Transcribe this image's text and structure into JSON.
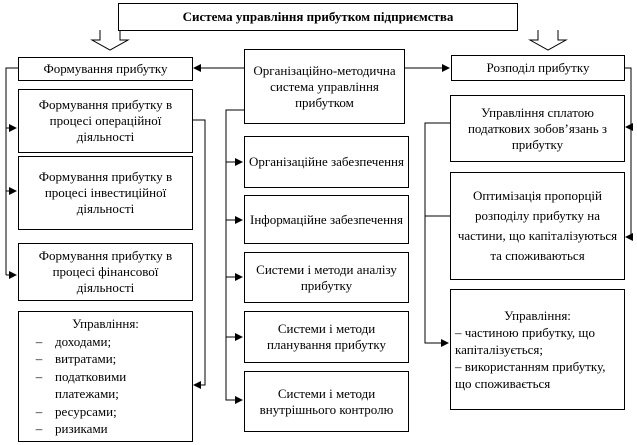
{
  "title": "Система управління прибутком підприємства",
  "left_header": "Формування прибутку",
  "center_header": "Організаційно-методична система управління прибутком",
  "right_header": "Розподіл прибутку",
  "left_boxes": [
    "Формування прибутку в процесі операційної діяльності",
    "Формування прибутку в процесі інвестиційної діяльності",
    "Формування прибутку в процесі фінансової діяльності"
  ],
  "left_mgmt": {
    "heading": "Управління:",
    "items": [
      "доходами;",
      "витратами;",
      "податковими платежами;",
      "ресурсами;",
      "ризиками"
    ]
  },
  "center_boxes": [
    "Організаційне забезпечення",
    "Інформаційне забезпечення",
    "Системи і методи аналізу прибутку",
    "Системи і методи планування прибутку",
    "Системи і методи внутрішнього контролю"
  ],
  "right_boxes": [
    "Управління сплатою податкових зобов’язань з прибутку",
    "Оптимізація пропорцій розподілу прибутку на частини, що капіталізуються та споживаються"
  ],
  "right_mgmt": {
    "heading": "Управління:",
    "lines": [
      "– частиною прибутку, що капіталізується;",
      "– використанням прибутку, що споживається"
    ]
  }
}
